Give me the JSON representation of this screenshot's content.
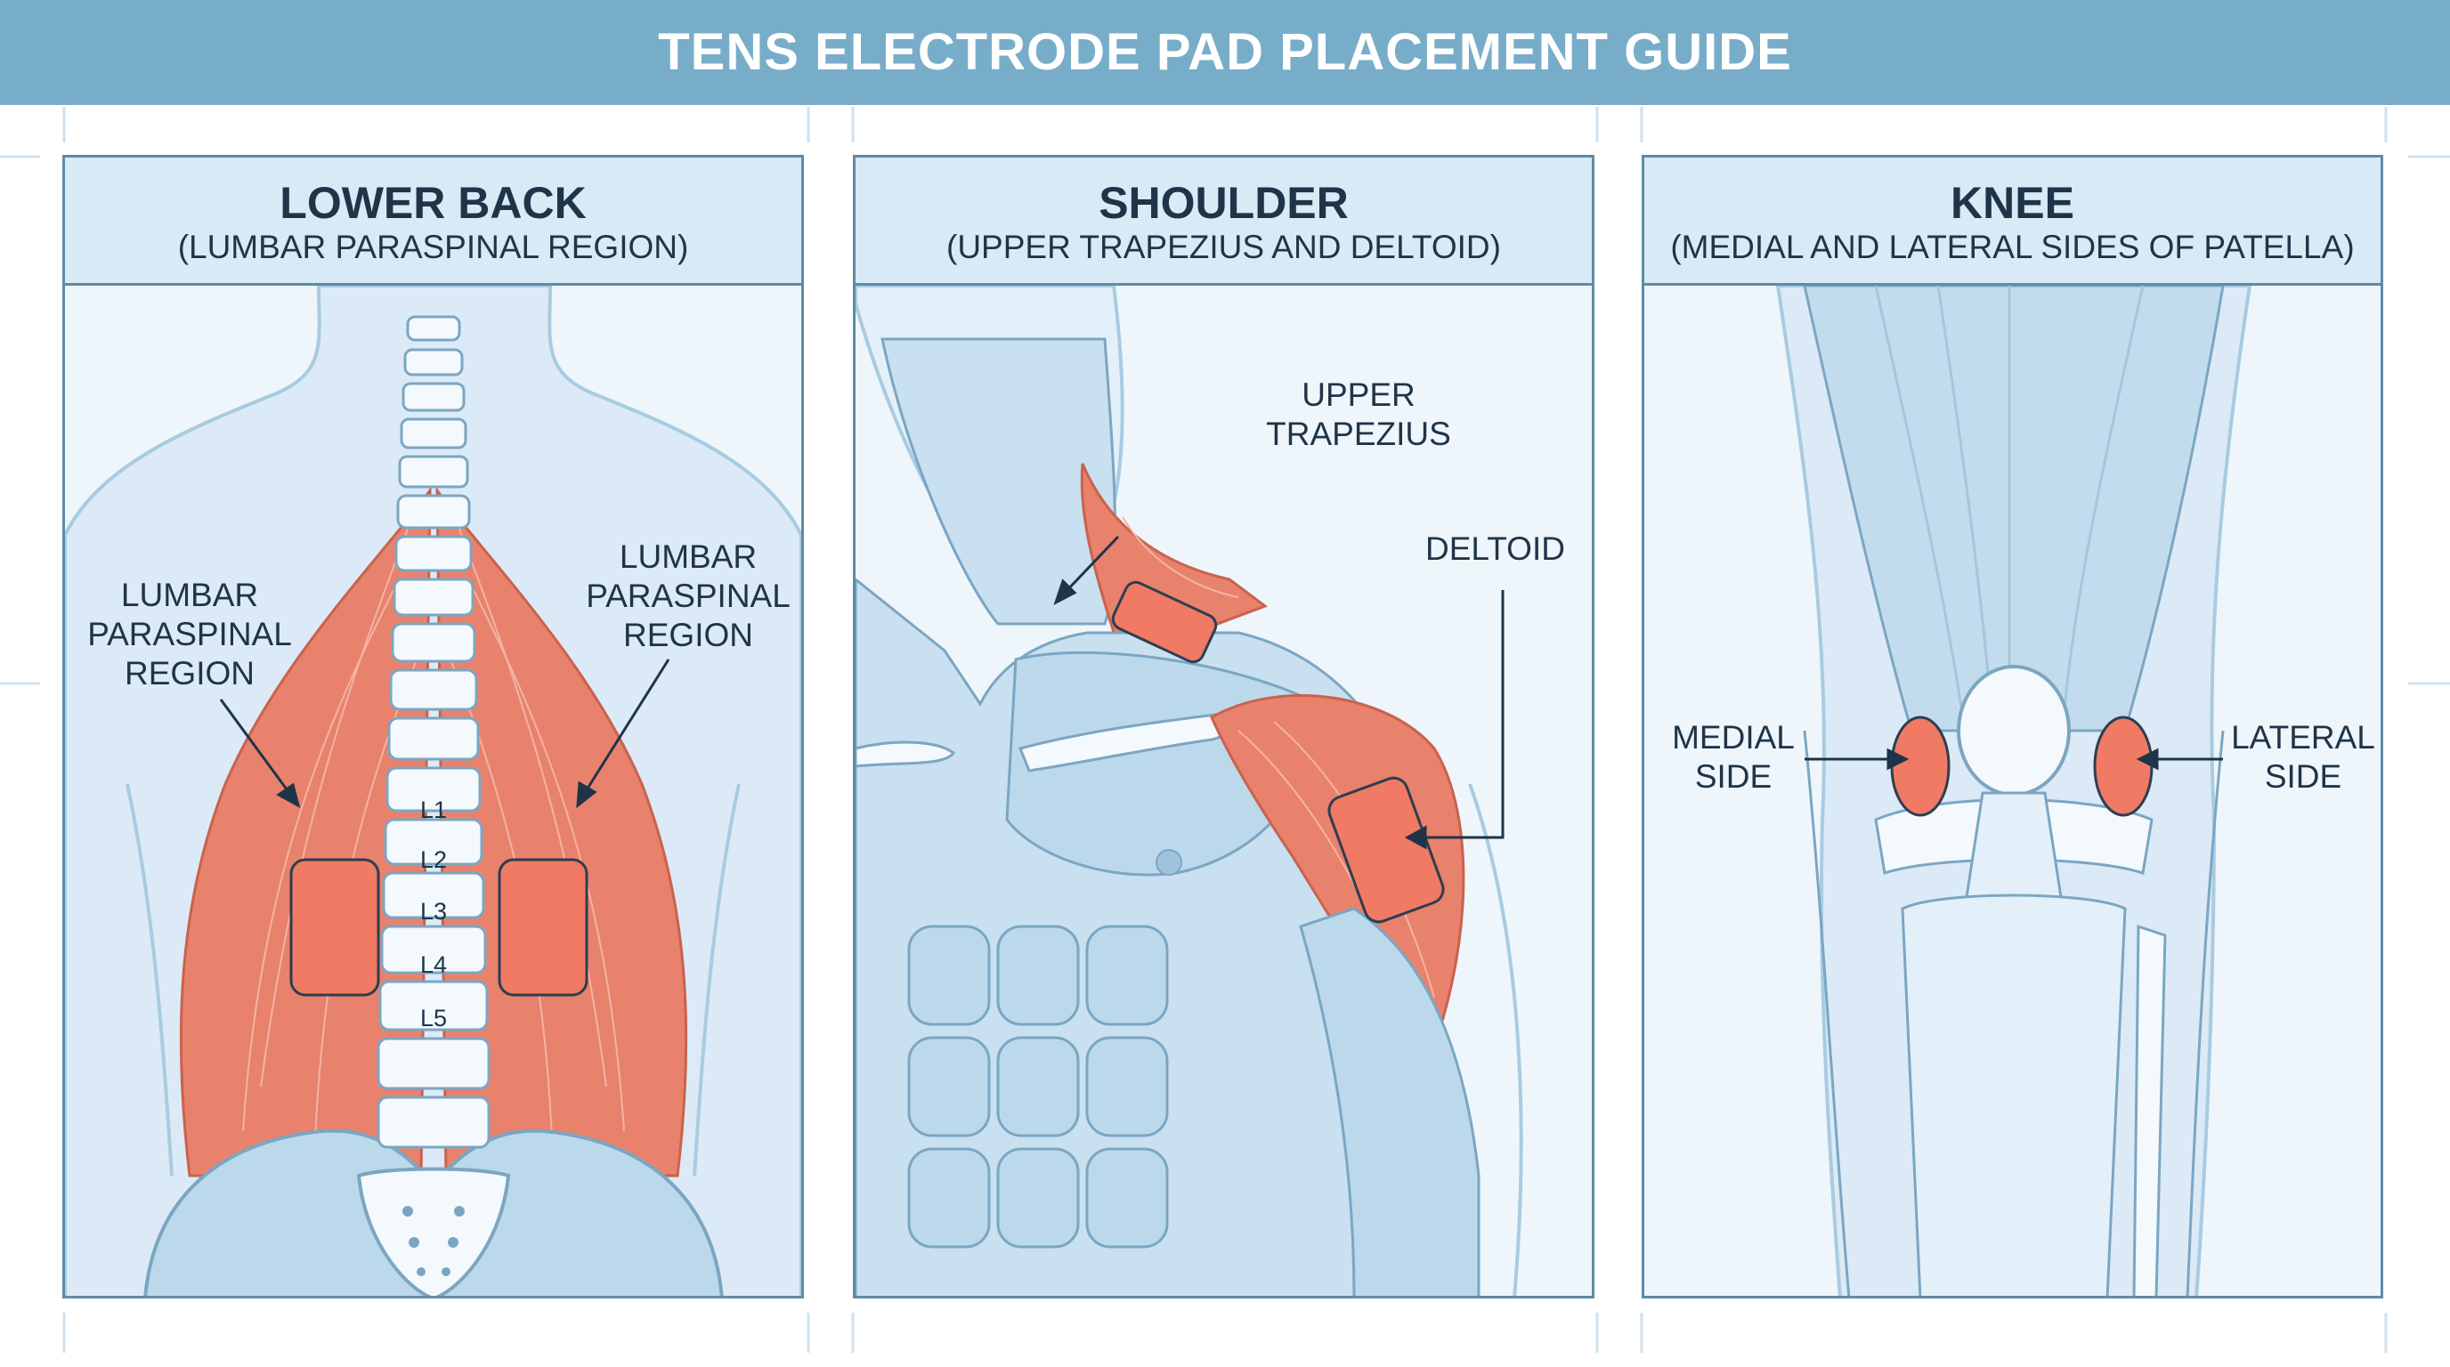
{
  "title": "TENS ELECTRODE PAD PLACEMENT GUIDE",
  "panels": [
    {
      "title": "LOWER BACK",
      "subtitle": "(LUMBAR PARASPINAL REGION)",
      "left_label_lines": [
        "LUMBAR",
        "PARASPINAL",
        "REGION"
      ],
      "right_label_lines": [
        "LUMBAR",
        "PARASPINAL",
        "REGION"
      ],
      "vertebrae": [
        "L1",
        "L2",
        "L3",
        "L4",
        "L5"
      ]
    },
    {
      "title": "SHOULDER",
      "subtitle": "(UPPER TRAPEZIUS AND DELTOID)",
      "trapezius_label_lines": [
        "UPPER",
        "TRAPEZIUS"
      ],
      "deltoid_label": "DELTOID"
    },
    {
      "title": "KNEE",
      "subtitle": "(MEDIAL AND LATERAL SIDES OF PATELLA)",
      "medial_label_lines": [
        "MEDIAL",
        "SIDE"
      ],
      "lateral_label_lines": [
        "LATERAL",
        "SIDE"
      ]
    }
  ],
  "colors": {
    "banner": "#78adc9",
    "panel_border": "#5e8ba6",
    "electrode_pad": "#f07a63",
    "muscle": "#e8826c",
    "anatomy": "#b7d6ea"
  }
}
